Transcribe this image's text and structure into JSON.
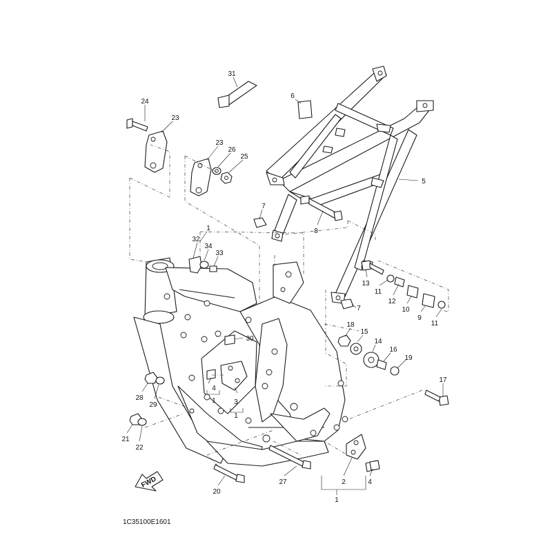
{
  "diagram": {
    "code": "1C35100E1601",
    "fwd_label": "FWD",
    "callouts": [
      "31",
      "6",
      "24",
      "23",
      "23",
      "26",
      "25",
      "5",
      "7",
      "8",
      "1",
      "32",
      "34",
      "33",
      "13",
      "11",
      "12",
      "10",
      "9",
      "11",
      "7",
      "18",
      "15",
      "14",
      "16",
      "19",
      "30",
      "4",
      "1",
      "3",
      "1",
      "28",
      "29",
      "17",
      "21",
      "22",
      "2",
      "4",
      "27",
      "20",
      "1"
    ]
  }
}
